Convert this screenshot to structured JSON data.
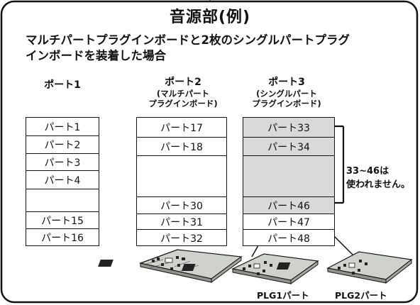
{
  "title": "音源部(例)",
  "subtitle_line1": "マルチパートプラグインボードと2枚のシングルパートプラグ",
  "subtitle_line2": "インボードを装着した場合",
  "ports": [
    {
      "name": "ポート1",
      "sub1": "",
      "sub2": ""
    },
    {
      "name": "ポート2",
      "sub1": "(マルチパート",
      "sub2": "プラグインボード)"
    },
    {
      "name": "ポート3",
      "sub1": "(シングルパート",
      "sub2": "プラグインボード)"
    }
  ],
  "port1_parts": [
    "パート1",
    "パート2",
    "パート3",
    "パート4",
    "",
    "パート15",
    "パート16"
  ],
  "port2_parts": [
    "パート17",
    "パート18",
    "",
    "パート30",
    "パート31",
    "パート32"
  ],
  "port3_parts": [
    "パート33",
    "パート34",
    "",
    "パート46",
    "パート47",
    "パート48"
  ],
  "note_line1": "33~46は",
  "note_line2": "使われません。",
  "board_captions": [
    "PLG1パート",
    "PLG2パート"
  ]
}
